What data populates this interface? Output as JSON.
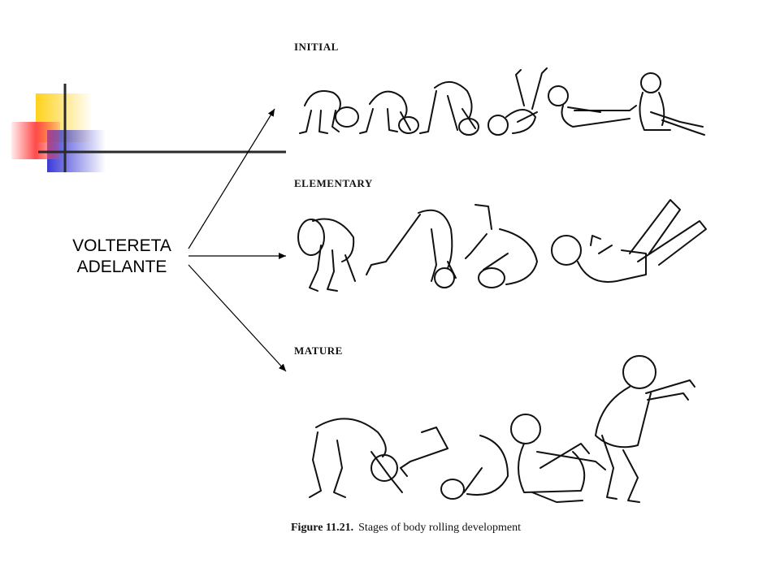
{
  "main_label": {
    "line1": "VOLTERETA",
    "line2": "ADELANTE"
  },
  "stages": [
    {
      "title": "INITIAL"
    },
    {
      "title": "ELEMENTARY"
    },
    {
      "title": "MATURE"
    }
  ],
  "caption": {
    "number": "Figure 11.21.",
    "text": "Stages of body rolling development"
  },
  "colors": {
    "accent_yellow": "#ffd21a",
    "accent_red": "#ff4a4a",
    "accent_blue": "#3a3ad8",
    "divider": "#2a2a2a"
  }
}
